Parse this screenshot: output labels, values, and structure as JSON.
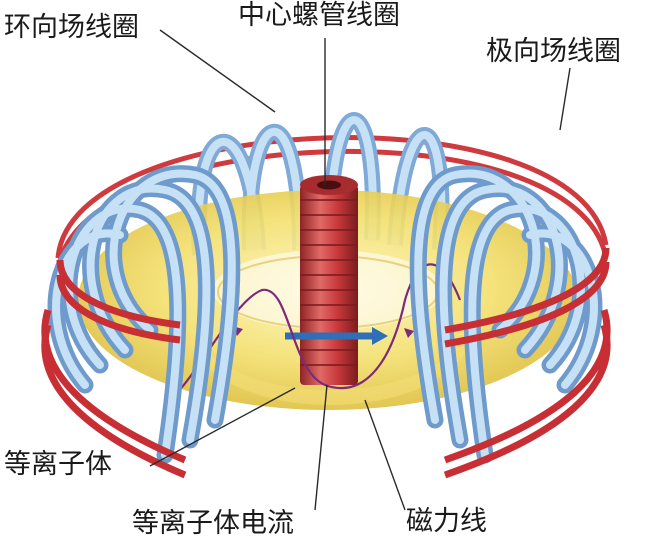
{
  "labels": {
    "toroidal_coil": "环向场线圈",
    "central_solenoid": "中心螺管线圈",
    "poloidal_coil": "极向场线圈",
    "plasma": "等离子体",
    "plasma_current": "等离子体电流",
    "field_line": "磁力线"
  },
  "colors": {
    "toroidal_coil": "#a9cdeb",
    "poloidal_coil": "#cf3a3e",
    "plasma": "#f1dc68",
    "solenoid": "#c0383c",
    "current_arrow": "#2f6fb8",
    "field_line": "#7d2a7a"
  }
}
